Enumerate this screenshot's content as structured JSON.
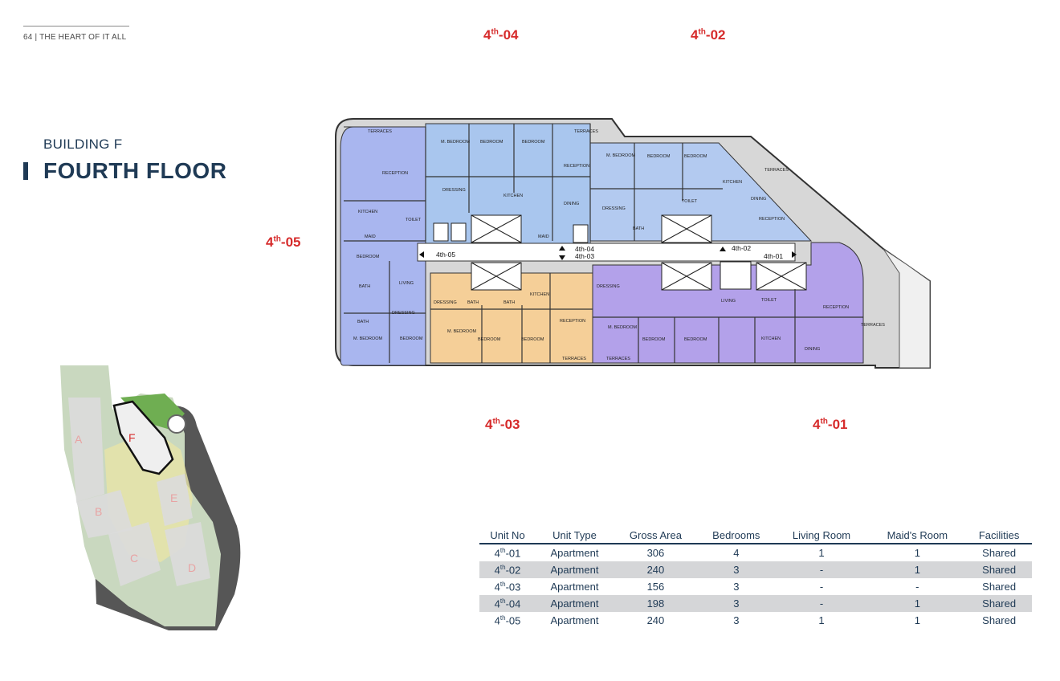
{
  "header": {
    "page_label": "64 | THE HEART OF IT ALL"
  },
  "title": {
    "building": "BUILDING F",
    "floor": "FOURTH FLOOR"
  },
  "unit_tags": {
    "u04": {
      "base": "4",
      "sup": "th",
      "suffix": "-04"
    },
    "u02": {
      "base": "4",
      "sup": "th",
      "suffix": "-02"
    },
    "u05": {
      "base": "4",
      "sup": "th",
      "suffix": "-05"
    },
    "u03": {
      "base": "4",
      "sup": "th",
      "suffix": "-03"
    },
    "u01": {
      "base": "4",
      "sup": "th",
      "suffix": "-01"
    }
  },
  "floorplan": {
    "unit_labels": {
      "u05": "4th-05",
      "u04": "4th-04",
      "u03": "4th-03",
      "u02": "4th-02",
      "u01": "4th-01"
    },
    "rooms": {
      "terraces": "TERRACES",
      "reception": "RECEPTION",
      "kitchen": "KITCHEN",
      "maid": "MAID",
      "bedroom": "BEDROOM",
      "m_bedroom": "M. BEDROOM",
      "bath": "BATH",
      "living": "LIVING",
      "dressing": "DRESSING",
      "dining": "DINING",
      "toilet": "TOILET"
    },
    "colors": {
      "unit_05": "#a9b6ef",
      "unit_04": "#a9c6ee",
      "unit_03": "#f5cf98",
      "unit_02": "#b3caf0",
      "unit_01": "#b3a1ea"
    }
  },
  "siteplan": {
    "labels": {
      "a": "A",
      "b": "B",
      "c": "C",
      "d": "D",
      "e": "E",
      "f": "F"
    }
  },
  "table": {
    "headers": [
      "Unit No",
      "Unit Type",
      "Gross Area",
      "Bedrooms",
      "Living Room",
      "Maid's Room",
      "Facilities"
    ],
    "rows": [
      {
        "unit_base": "4",
        "unit_sup": "th",
        "unit_suffix": "-01",
        "type": "Apartment",
        "area": "306",
        "bedrooms": "4",
        "living": "1",
        "maid": "1",
        "facilities": "Shared"
      },
      {
        "unit_base": "4",
        "unit_sup": "th",
        "unit_suffix": "-02",
        "type": "Apartment",
        "area": "240",
        "bedrooms": "3",
        "living": "-",
        "maid": "1",
        "facilities": "Shared"
      },
      {
        "unit_base": "4",
        "unit_sup": "th",
        "unit_suffix": "-03",
        "type": "Apartment",
        "area": "156",
        "bedrooms": "3",
        "living": "-",
        "maid": "-",
        "facilities": "Shared"
      },
      {
        "unit_base": "4",
        "unit_sup": "th",
        "unit_suffix": "-04",
        "type": "Apartment",
        "area": "198",
        "bedrooms": "3",
        "living": "-",
        "maid": "1",
        "facilities": "Shared"
      },
      {
        "unit_base": "4",
        "unit_sup": "th",
        "unit_suffix": "-05",
        "type": "Apartment",
        "area": "240",
        "bedrooms": "3",
        "living": "1",
        "maid": "1",
        "facilities": "Shared"
      }
    ]
  }
}
